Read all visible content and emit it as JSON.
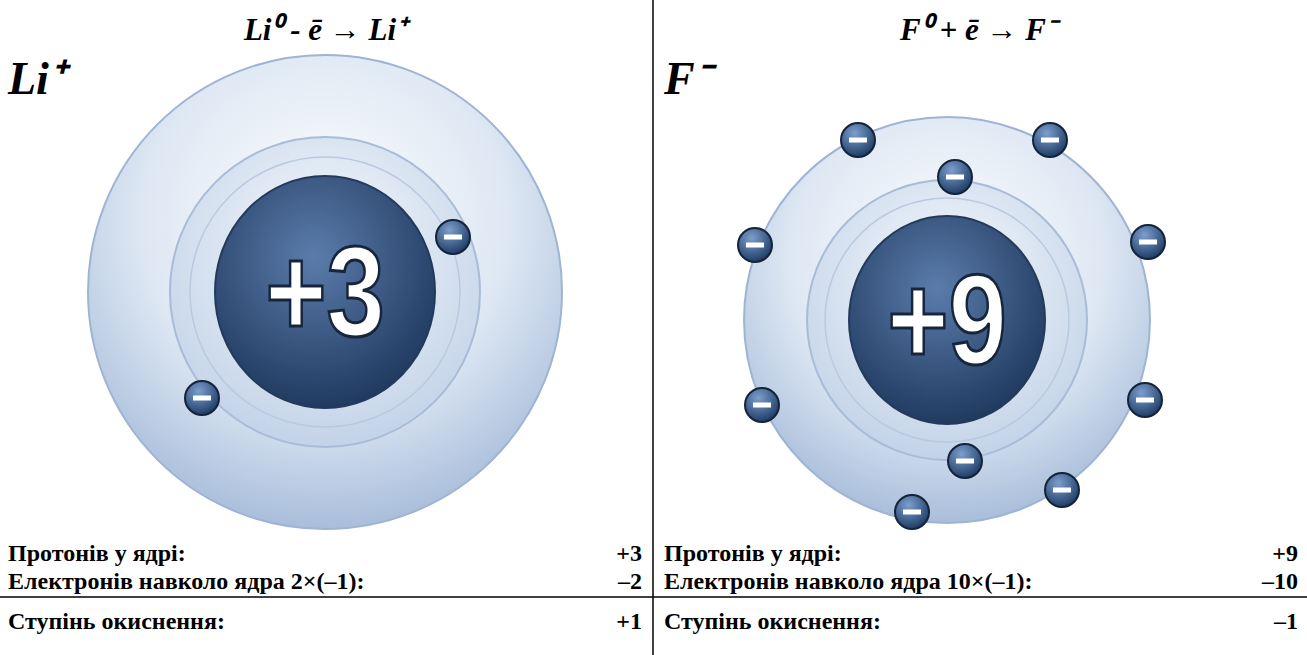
{
  "diagram": {
    "nodes": [
      {
        "text": [
          "+3"
        ]
      },
      {
        "text": [
          "+9"
        ]
      }
    ],
    "labels": [
      "Li⁰ - ē → Li⁺",
      "Li⁺",
      "Протонів у ядрі:",
      "+3",
      "Електронів навколо ядра 2×(–1):",
      "–2",
      "Ступінь окиснення:",
      "+1",
      "F⁰ + ē → F⁻",
      "F⁻",
      "Протонів у ядрі:",
      "+9",
      "Електронів навколо ядра 10×(–1):",
      "–10",
      "Ступінь окиснення:",
      "–1"
    ]
  }
}
